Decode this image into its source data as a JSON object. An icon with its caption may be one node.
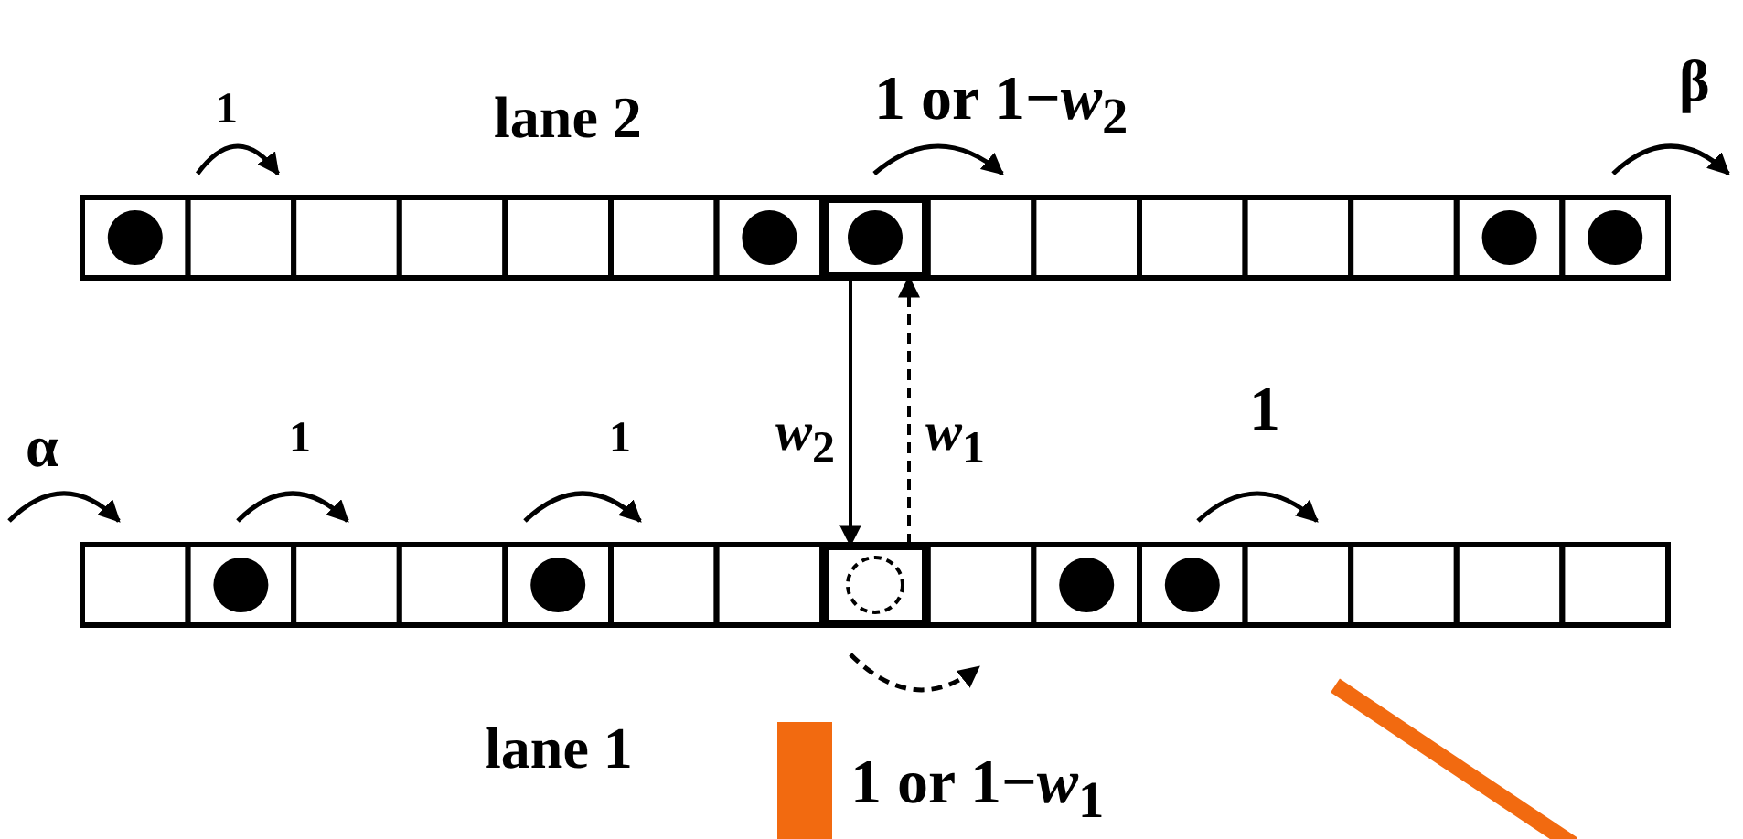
{
  "diagram": {
    "nodes": [
      {
        "text": [],
        "shape": "box"
      },
      {
        "text": [],
        "shape": "box"
      }
    ],
    "edges": [
      {
        "from": 0,
        "to": 1,
        "arrow": "to",
        "label": "*w*$_{2}$"
      },
      {
        "from": 1,
        "to": 0,
        "arrow": "to",
        "label": "*w*$_{1}$",
        "style": "dashed"
      }
    ],
    "labels": [
      "1",
      "lane 2",
      "1 or 1−*w*$_{2}$",
      "β",
      "α",
      "1",
      "1",
      "1",
      "lane 1",
      "1 or 1−*w*$_{1}$"
    ]
  }
}
